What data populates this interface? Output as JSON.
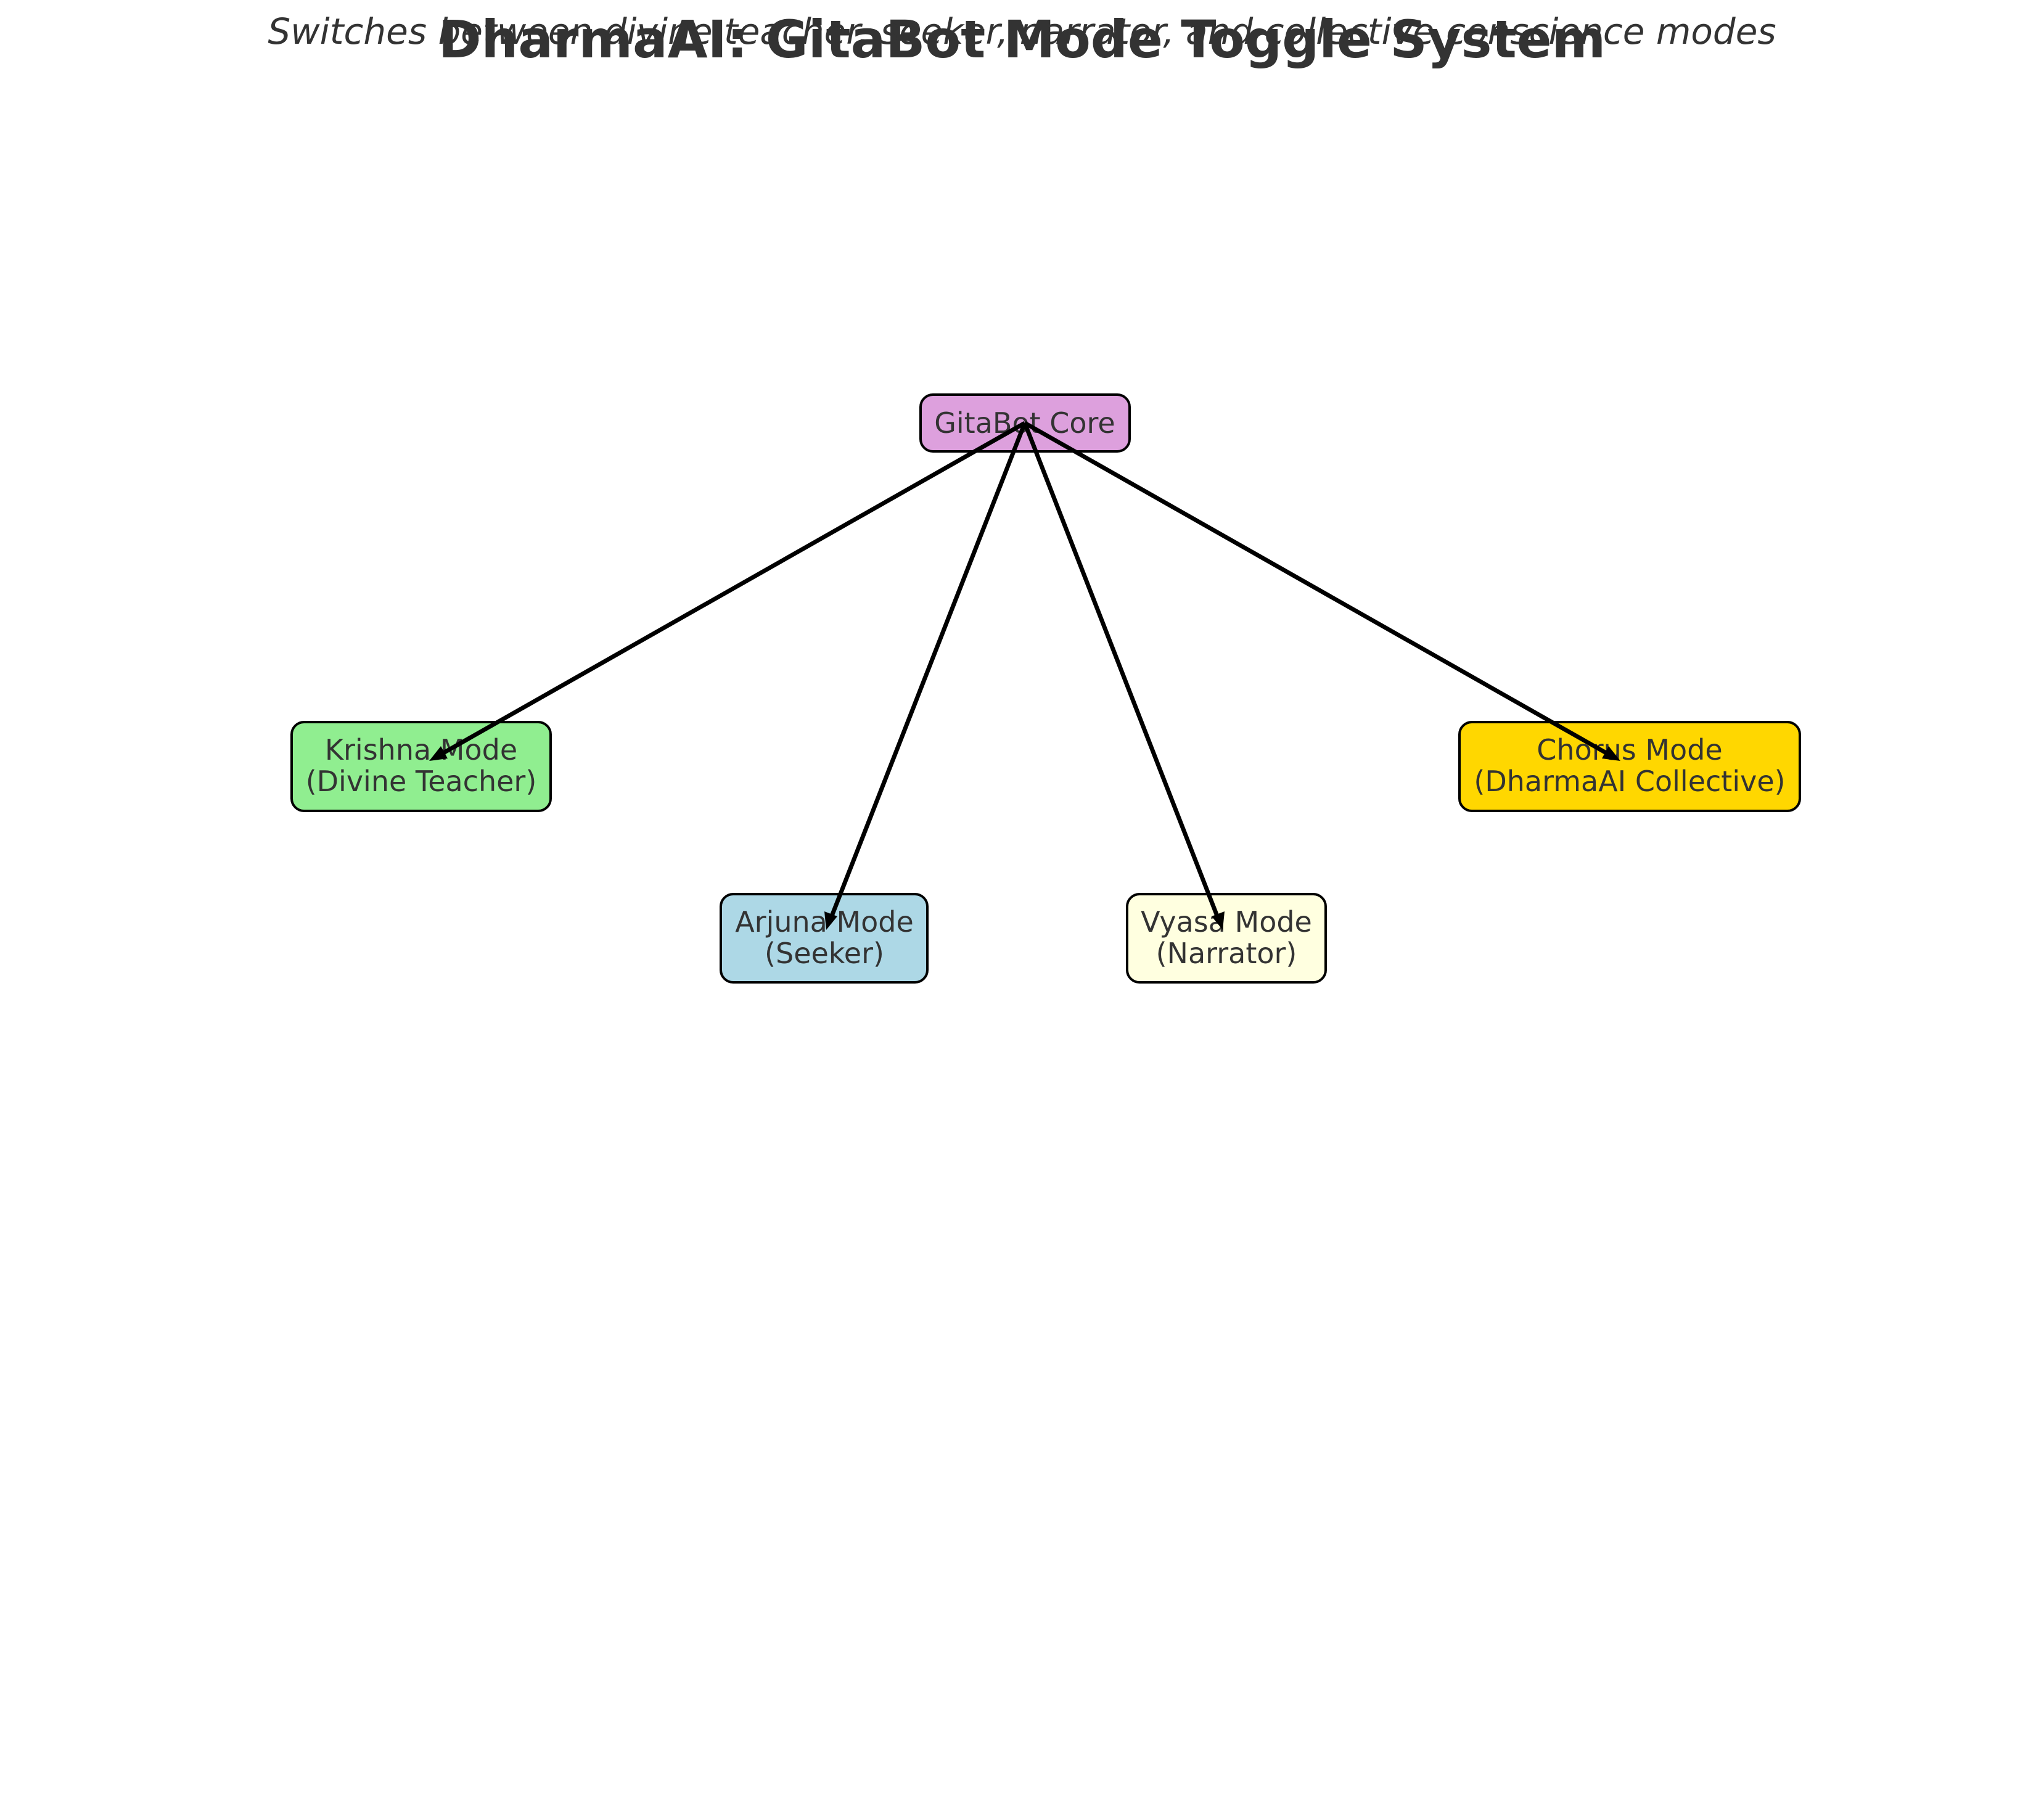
{
  "title": "DharmaAI: GitaBot Mode Toggle System",
  "subtitle": "Switches between divine teacher, seeker, narrator, and collective conscience modes",
  "nodes": {
    "core": {
      "line1": "GitaBot Core",
      "line2": "",
      "color": "#DDA0DD"
    },
    "krishna": {
      "line1": "Krishna Mode",
      "line2": "(Divine Teacher)",
      "color": "#90EE90"
    },
    "arjuna": {
      "line1": "Arjuna Mode",
      "line2": "(Seeker)",
      "color": "#ADD8E6"
    },
    "vyasa": {
      "line1": "Vyasa Mode",
      "line2": "(Narrator)",
      "color": "#FFFFE0"
    },
    "chorus": {
      "line1": "Chorus Mode",
      "line2": "(DharmaAI Collective)",
      "color": "#FFD700"
    }
  },
  "edges": [
    {
      "from": "core",
      "to": "krishna"
    },
    {
      "from": "core",
      "to": "arjuna"
    },
    {
      "from": "core",
      "to": "vyasa"
    },
    {
      "from": "core",
      "to": "chorus"
    }
  ]
}
